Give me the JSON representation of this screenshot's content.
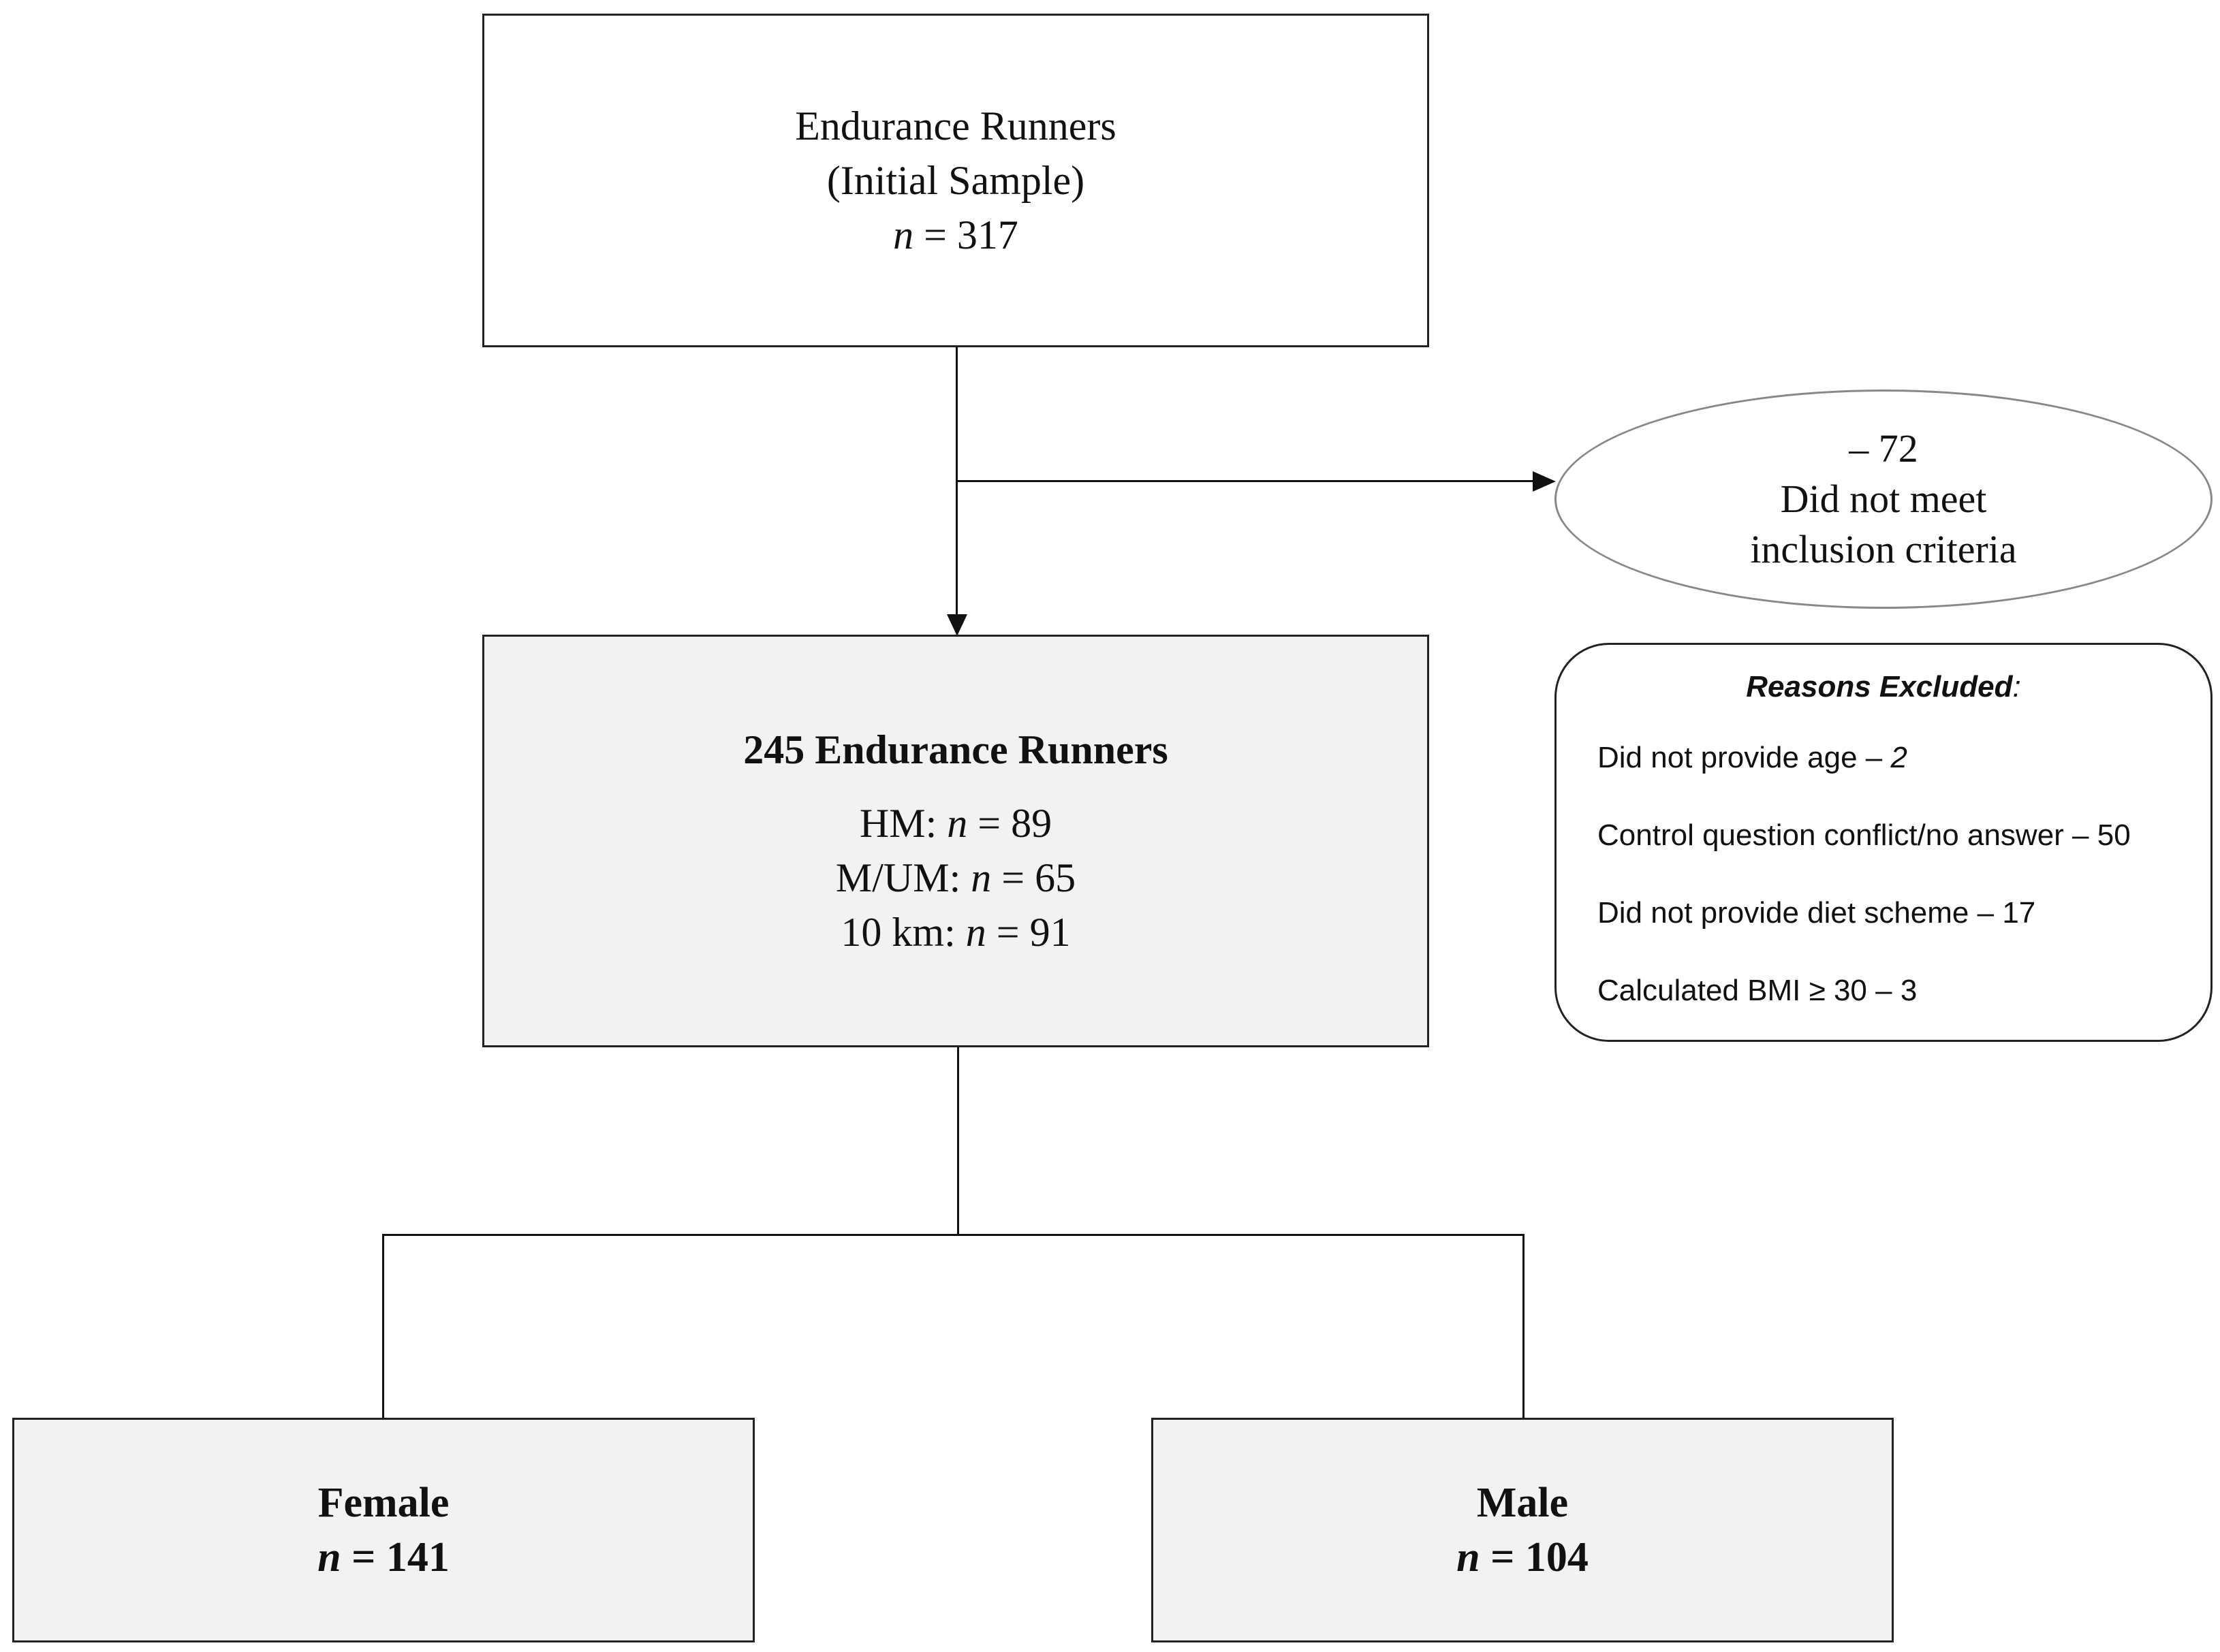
{
  "top_box": {
    "line1": "Endurance Runners",
    "line2": "(Initial Sample)",
    "n_label": "n",
    "n_value": "= 317"
  },
  "excluded": {
    "count": "– 72",
    "line1": "Did not meet",
    "line2": "inclusion criteria"
  },
  "reasons": {
    "title": "Reasons Excluded",
    "title_suffix": ":",
    "items": [
      {
        "text": "Did not provide age – ",
        "value": "2",
        "italic": true
      },
      {
        "text": "Control question conflict/no answer – ",
        "value": "50",
        "italic": false
      },
      {
        "text": "Did not provide diet scheme – ",
        "value": "17",
        "italic": false
      },
      {
        "text": "Calculated BMI ≥ 30 – ",
        "value": "3",
        "italic": false
      }
    ]
  },
  "mid_box": {
    "heading": "245 Endurance Runners",
    "rows": [
      {
        "label": "HM: ",
        "n": "n",
        "value": " = 89"
      },
      {
        "label": "M/UM: ",
        "n": "n",
        "value": " = 65"
      },
      {
        "label": "10 km: ",
        "n": "n",
        "value": " = 91"
      }
    ]
  },
  "female_box": {
    "label": "Female",
    "n": "n",
    "value": " = 141"
  },
  "male_box": {
    "label": "Male",
    "n": "n",
    "value": " = 104"
  }
}
